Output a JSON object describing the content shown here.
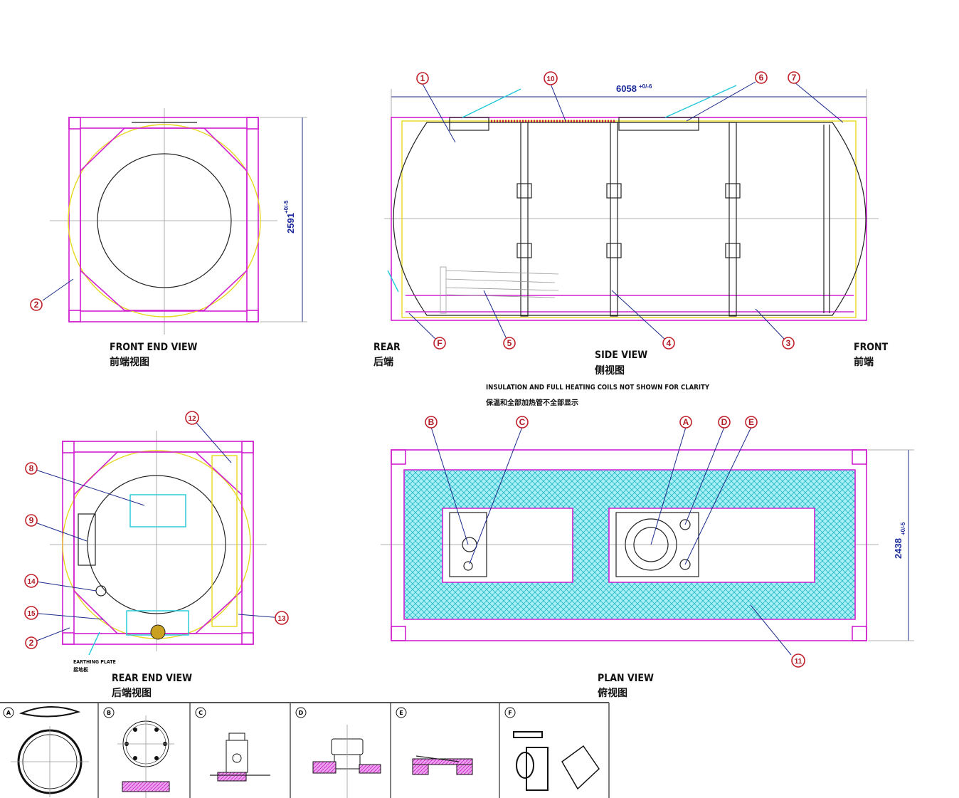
{
  "views": {
    "front_end": {
      "title": "FRONT END VIEW",
      "title_cn": "前端视图"
    },
    "side": {
      "title": "SIDE VIEW",
      "title_cn": "侧视图",
      "rear": "REAR",
      "rear_cn": "后端",
      "front": "FRONT",
      "front_cn": "前端"
    },
    "rear_end": {
      "title": "REAR END VIEW",
      "title_cn": "后端视图",
      "earthing": "EARTHING PLATE",
      "earthing_cn": "接地板"
    },
    "plan": {
      "title": "PLAN VIEW",
      "title_cn": "俯视图"
    }
  },
  "notes": {
    "en": "INSULATION AND FULL HEATING COILS NOT SHOWN FOR CLARITY",
    "cn": "保温和全部加热管不全部显示"
  },
  "dimensions": {
    "length": {
      "value": "6058",
      "tol": "+0/-6"
    },
    "height": {
      "value": "2591",
      "tol": "+0/-5"
    },
    "width": {
      "value": "2438",
      "tol": "+0/-5"
    }
  },
  "callouts": [
    "1",
    "2",
    "3",
    "4",
    "5",
    "6",
    "7",
    "8",
    "9",
    "10",
    "11",
    "12",
    "13",
    "14",
    "15",
    "A",
    "B",
    "C",
    "D",
    "E",
    "F"
  ],
  "details": [
    "A",
    "B",
    "C",
    "D",
    "E",
    "F"
  ],
  "colors": {
    "frame": "#d020d0",
    "shell": "#e8d820",
    "insulation": "#20c8d8",
    "balloon": "#c0202a",
    "dimension": "#1a2a9a"
  }
}
